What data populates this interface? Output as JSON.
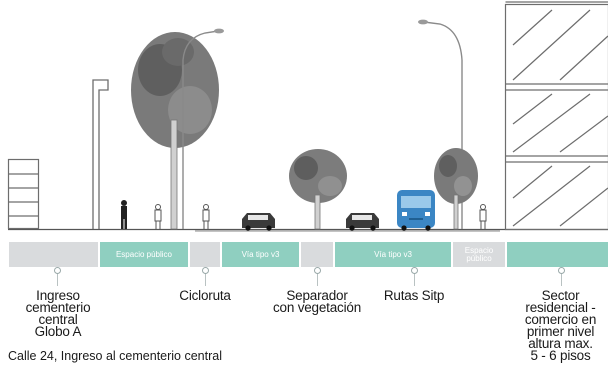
{
  "bands": [
    {
      "id": "ingreso",
      "label": "",
      "color": "gray"
    },
    {
      "id": "espacio-publico-1",
      "label": "Espacio público",
      "color": "teal"
    },
    {
      "id": "cicloruta",
      "label": "",
      "color": "gray"
    },
    {
      "id": "via-1",
      "label": "Vía tipo v3",
      "color": "teal"
    },
    {
      "id": "separador",
      "label": "",
      "color": "gray"
    },
    {
      "id": "via-2",
      "label": "Vía tipo v3",
      "color": "teal"
    },
    {
      "id": "espacio-publico-2",
      "label": "Espacio\npúblico",
      "color": "gray"
    },
    {
      "id": "residencial",
      "label": "",
      "color": "teal"
    }
  ],
  "annotations": [
    {
      "id": "ingreso",
      "text": "Ingreso\ncementerio\ncentral\nGlobo A"
    },
    {
      "id": "cicloruta",
      "text": "Cicloruta"
    },
    {
      "id": "separador",
      "text": "Separador\ncon vegetación"
    },
    {
      "id": "rutas",
      "text": "Rutas Sitp"
    },
    {
      "id": "sector",
      "text": "Sector\nresidencial -\ncomercio en\nprimer nivel\naltura max.\n5 - 6 pisos"
    }
  ],
  "caption": "Calle 24, Ingreso al cementerio central",
  "colors": {
    "band_gray": "#d9dbdd",
    "band_teal": "#8fcfc0",
    "bus": "#3b86c4",
    "ink": "#1a1a1a"
  }
}
